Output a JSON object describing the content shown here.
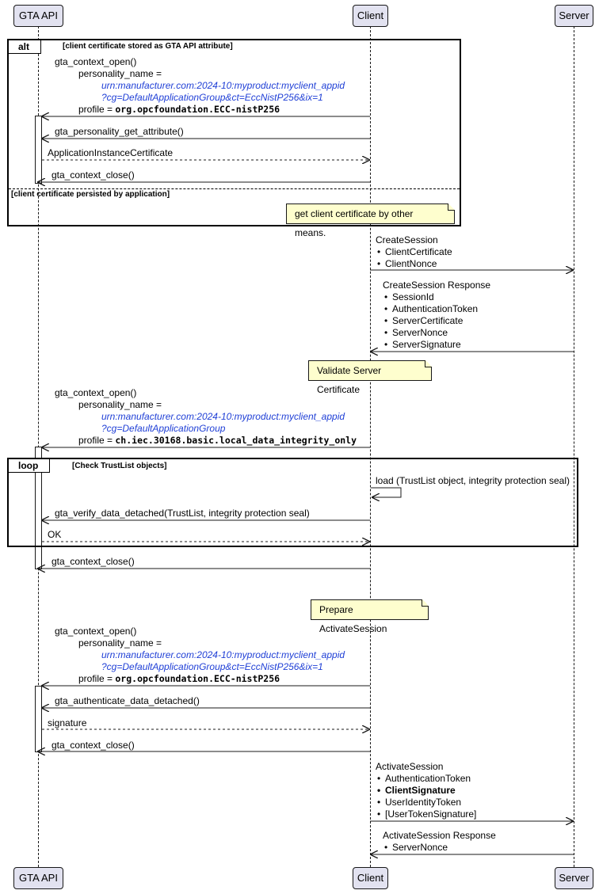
{
  "participants": {
    "gta": "GTA API",
    "client": "Client",
    "server": "Server"
  },
  "alt": {
    "label": "alt",
    "condition1": "[client certificate stored as GTA API attribute]",
    "condition2": "[client certificate persisted by application]",
    "open1": "gta_context_open()",
    "personality1": "personality_name =",
    "urn1": "urn:manufacturer.com:2024-10:myproduct:myclient_appid",
    "query1": "?cg=DefaultApplicationGroup&ct=EccNistP256&ix=1",
    "profile_label1": "profile =",
    "profile_value1": "org.opcfoundation.ECC-nistP256",
    "get_attr": "gta_personality_get_attribute()",
    "attr_result": "ApplicationInstanceCertificate",
    "close1": "gta_context_close()",
    "note_other": "get client certificate by other means."
  },
  "create_session": {
    "title": "CreateSession",
    "items": [
      "ClientCertificate",
      "ClientNonce"
    ]
  },
  "create_response": {
    "title": "CreateSession Response",
    "items": [
      "SessionId",
      "AuthenticationToken",
      "ServerCertificate",
      "ServerNonce",
      "ServerSignature"
    ]
  },
  "note_validate": "Validate Server Certificate",
  "open2": {
    "open": "gta_context_open()",
    "personality": "personality_name =",
    "urn": "urn:manufacturer.com:2024-10:myproduct:myclient_appid",
    "query": "?cg=DefaultApplicationGroup",
    "profile_label": "profile =",
    "profile_value": "ch.iec.30168.basic.local_data_integrity_only"
  },
  "loop": {
    "label": "loop",
    "condition": "[Check TrustList objects]",
    "load": "load (TrustList object, integrity protection seal)",
    "verify": "gta_verify_data_detached(TrustList, integrity protection seal)",
    "ok": "OK"
  },
  "close2": "gta_context_close()",
  "note_prepare": "Prepare ActivateSession",
  "open3": {
    "open": "gta_context_open()",
    "personality": "personality_name =",
    "urn": "urn:manufacturer.com:2024-10:myproduct:myclient_appid",
    "query": "?cg=DefaultApplicationGroup&ct=EccNistP256&ix=1",
    "profile_label": "profile =",
    "profile_value": "org.opcfoundation.ECC-nistP256"
  },
  "authenticate": "gta_authenticate_data_detached()",
  "signature": "signature",
  "close3": "gta_context_close()",
  "activate": {
    "title": "ActivateSession",
    "items": [
      "AuthenticationToken",
      "ClientSignature",
      "UserIdentityToken",
      "[UserTokenSignature]"
    ]
  },
  "activate_response": {
    "title": "ActivateSession Response",
    "items": [
      "ServerNonce"
    ]
  },
  "colors": {
    "participant_fill": "#e2e2f0",
    "note_fill": "#fefece",
    "link_blue": "#1f3fd6"
  }
}
